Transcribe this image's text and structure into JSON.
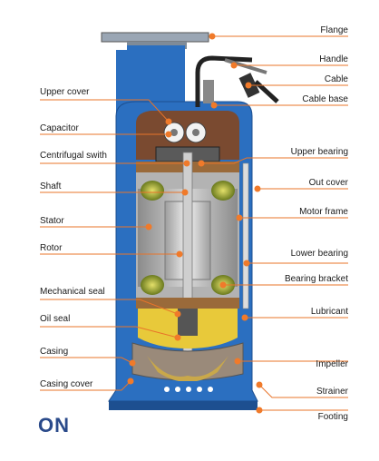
{
  "labels_right": [
    {
      "id": "flange",
      "text": "Flange"
    },
    {
      "id": "handle",
      "text": "Handle"
    },
    {
      "id": "cable",
      "text": "Cable"
    },
    {
      "id": "cable-base",
      "text": "Cable base"
    },
    {
      "id": "upper-bearing",
      "text": "Upper bearing"
    },
    {
      "id": "out-cover",
      "text": "Out cover"
    },
    {
      "id": "motor-frame",
      "text": "Motor frame"
    },
    {
      "id": "lower-bearing",
      "text": "Lower bearing"
    },
    {
      "id": "bearing-bracket",
      "text": "Bearing bracket"
    },
    {
      "id": "lubricant",
      "text": "Lubricant"
    },
    {
      "id": "impeller",
      "text": "Impeller"
    },
    {
      "id": "strainer",
      "text": "Strainer"
    },
    {
      "id": "footing",
      "text": "Footing"
    }
  ],
  "labels_left": [
    {
      "id": "upper-cover",
      "text": "Upper cover"
    },
    {
      "id": "capacitor",
      "text": "Capacitor"
    },
    {
      "id": "centrifugal-switch",
      "text": "Centrifugal swith"
    },
    {
      "id": "shaft",
      "text": "Shaft"
    },
    {
      "id": "stator",
      "text": "Stator"
    },
    {
      "id": "rotor",
      "text": "Rotor"
    },
    {
      "id": "mechanical-seal",
      "text": "Mechanical seal"
    },
    {
      "id": "oil-seal",
      "text": "Oil seal"
    },
    {
      "id": "casing",
      "text": "Casing"
    },
    {
      "id": "casing-cover",
      "text": "Casing cover"
    }
  ],
  "fragment_text": "ON",
  "colors": {
    "housing_blue": "#2b6fc0",
    "leader_orange": "#e8742a",
    "dot_orange": "#f07a2a",
    "impeller_yellow": "#e8c93a",
    "inner_brown": "#8a5a3a"
  }
}
